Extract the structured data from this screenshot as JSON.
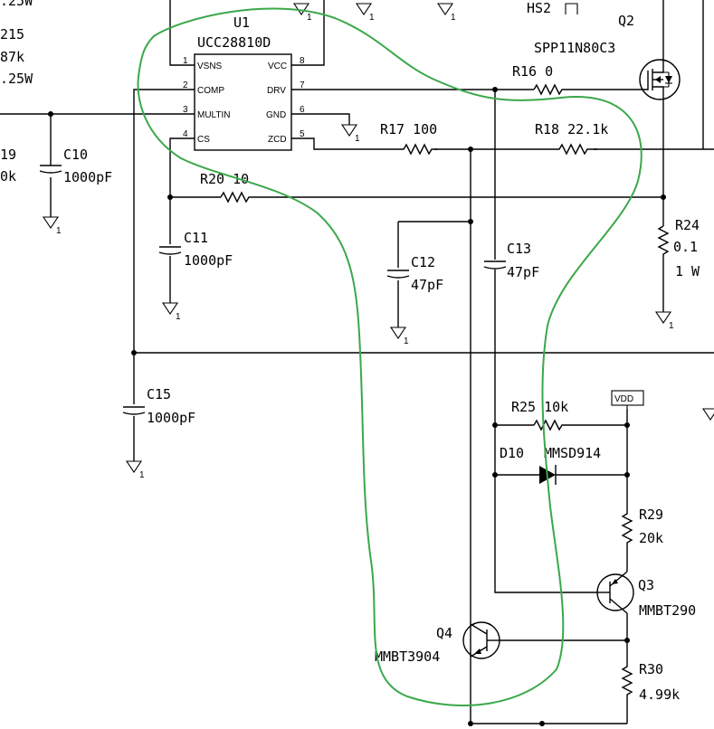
{
  "ic": {
    "ref": "U1",
    "part": "UCC28810D",
    "pins": [
      {
        "num": "1",
        "name": "VSNS"
      },
      {
        "num": "2",
        "name": "COMP"
      },
      {
        "num": "3",
        "name": "MULTIN"
      },
      {
        "num": "4",
        "name": "CS"
      },
      {
        "num": "8",
        "name": "VCC"
      },
      {
        "num": "7",
        "name": "DRV"
      },
      {
        "num": "6",
        "name": "GND"
      },
      {
        "num": "5",
        "name": "ZCD"
      }
    ]
  },
  "left_partial": [
    ".25W",
    "215",
    "87k",
    ".25W",
    "19",
    "0k"
  ],
  "hs2": "HS2",
  "mosfet": {
    "ref": "Q2",
    "part": "SPP11N80C3"
  },
  "resistors": {
    "r16": "R16  0",
    "r17": "R17  100",
    "r18": "R18  22.1k",
    "r20": "R20  10",
    "r24_ref": "R24",
    "r24_val": "0.1",
    "r24_pwr": "1 W",
    "r25": "R25  10k",
    "r29_ref": "R29",
    "r29_val": "20k",
    "r30_ref": "R30",
    "r30_val": "4.99k"
  },
  "capacitors": {
    "c10_ref": "C10",
    "c10_val": "1000pF",
    "c11_ref": "C11",
    "c11_val": "1000pF",
    "c12_ref": "C12",
    "c12_val": "47pF",
    "c13_ref": "C13",
    "c13_val": "47pF",
    "c15_ref": "C15",
    "c15_val": "1000pF"
  },
  "diode": {
    "ref": "D10",
    "part": "MMSD914"
  },
  "vdd": "VDD",
  "q3": {
    "ref": "Q3",
    "part": "MMBT290"
  },
  "q4": {
    "ref": "Q4",
    "part": "MMBT3904"
  },
  "ground_suffix": "1",
  "colors": {
    "wire": "#000000",
    "highlight": "#3aa84a",
    "background": "#ffffff"
  }
}
